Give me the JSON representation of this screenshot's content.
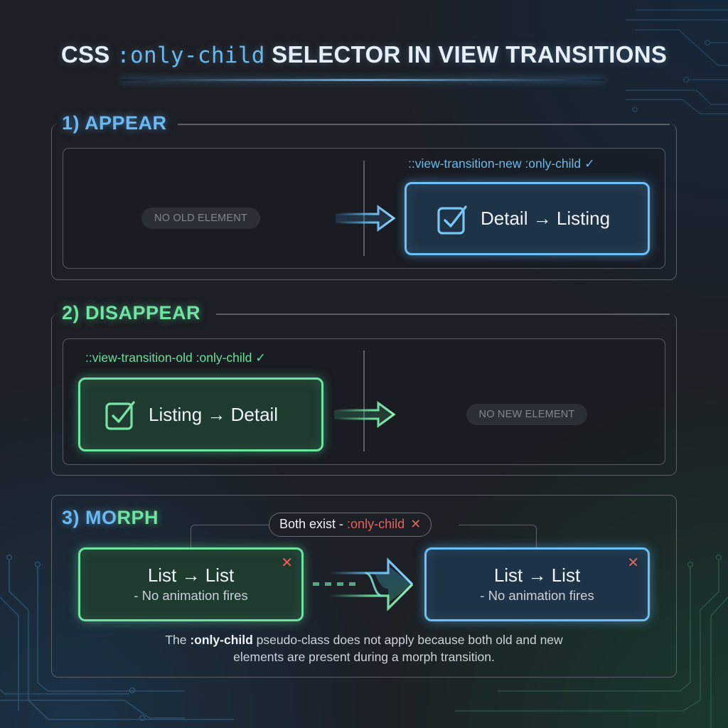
{
  "title": {
    "prefix": "CSS",
    "code": ":only-child",
    "suffix": "SELECTOR IN VIEW TRANSITIONS"
  },
  "sections": [
    {
      "heading": "1) APPEAR",
      "color": "#6bb9f0",
      "left_placeholder": "NO OLD ELEMENT",
      "selector_label": "::view-transition-new :only-child ✓",
      "card_label": "Detail → Listing",
      "card_icon": "checkbox-checked-icon",
      "arrow_icon": "arrow-right-icon"
    },
    {
      "heading": "2) DISAPPEAR",
      "color": "#6fe3a0",
      "selector_label": "::view-transition-old :only-child ✓",
      "card_label": "Listing → Detail",
      "card_icon": "checkbox-checked-icon",
      "right_placeholder": "NO NEW ELEMENT",
      "arrow_icon": "arrow-right-icon"
    },
    {
      "heading_a": "3) MO",
      "heading_b": "RPH",
      "badge_label": "Both exist - ",
      "badge_code": ":only-child",
      "badge_mark": "✕",
      "old_card": {
        "title": "List → List",
        "subtitle": "- No animation fires",
        "mark": "✕"
      },
      "new_card": {
        "title": "List → List",
        "subtitle": "- No animation fires",
        "mark": "✕"
      },
      "arrow_icon": "merge-arrow-icon",
      "caption_pre": "The ",
      "caption_code": ":only-child",
      "caption_line1": " pseudo-class does not apply because both old and new",
      "caption_line2": "elements are present during a morph transition."
    }
  ],
  "colors": {
    "blue": "#6cc0f5",
    "green": "#6ee3a0",
    "red": "#ec5f5a",
    "background": "#1c1f25"
  }
}
